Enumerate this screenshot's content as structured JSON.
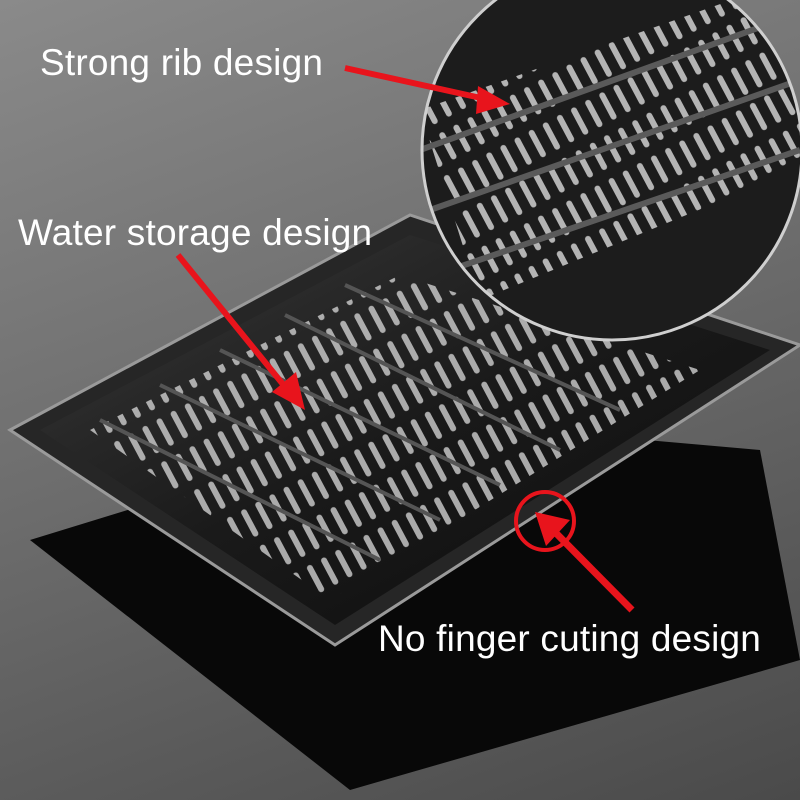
{
  "annotations": {
    "strong_rib": "Strong rib design",
    "water_storage": "Water storage design",
    "no_finger_cutting": "No finger cuting design"
  },
  "colors": {
    "arrow": "#e8141c",
    "label_text": "#ffffff",
    "tray": "#141414"
  }
}
